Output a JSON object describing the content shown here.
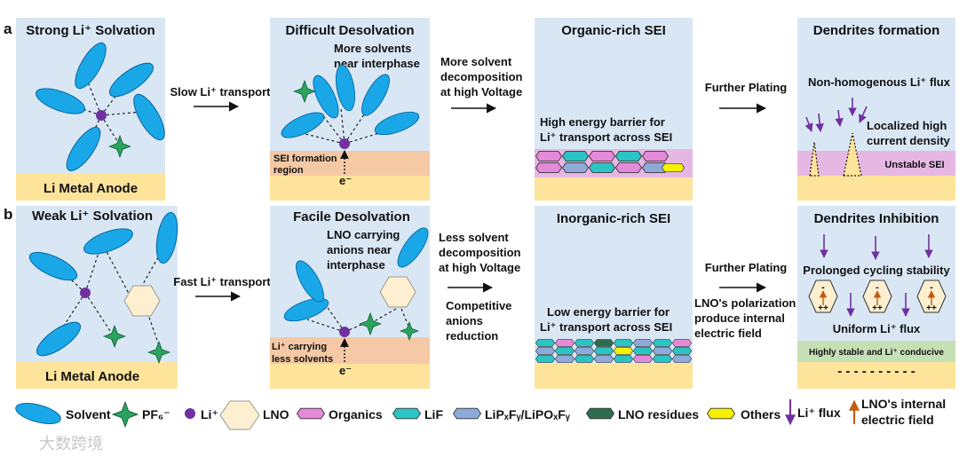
{
  "panel_letters": {
    "a": "a",
    "b": "b"
  },
  "row_a": {
    "box1": {
      "title": "Strong Li⁺ Solvation",
      "anode": "Li Metal Anode"
    },
    "arrow1": "Slow Li⁺ transport",
    "box2": {
      "title": "Difficult Desolvation",
      "note_l1": "More solvents",
      "note_l2": "near interphase",
      "region_l1": "SEI formation",
      "region_l2": "region",
      "electron": "e⁻"
    },
    "arrow2_l1": "More solvent",
    "arrow2_l2": "decomposition",
    "arrow2_l3": "at high Voltage",
    "box3": {
      "title": "Organic-rich SEI",
      "note_l1": "High energy barrier for",
      "note_l2": "Li⁺ transport across SEI"
    },
    "arrow3": "Further Plating",
    "box4": {
      "title": "Dendrites formation",
      "flux": "Non-homogenous Li⁺ flux",
      "note_l1": "Localized high",
      "note_l2": "current density",
      "sei": "Unstable SEI"
    }
  },
  "row_b": {
    "box1": {
      "title": "Weak Li⁺ Solvation",
      "anode": "Li Metal Anode"
    },
    "arrow1": "Fast Li⁺ transport",
    "box2": {
      "title": "Facile Desolvation",
      "note_l1": "LNO carrying",
      "note_l2": "anions near",
      "note_l3": "interphase",
      "region_l1": "Li⁺ carrying",
      "region_l2": "less solvents",
      "electron": "e⁻"
    },
    "arrow2_l1": "Less solvent",
    "arrow2_l2": "decomposition",
    "arrow2_l3": "at high Voltage",
    "arrow2_l4": "Competitive",
    "arrow2_l5": "anions",
    "arrow2_l6": "reduction",
    "box3": {
      "title": "Inorganic-rich SEI",
      "note_l1": "Low energy barrier for",
      "note_l2": "Li⁺ transport across SEI"
    },
    "arrow3": "Further Plating",
    "arrow3_l1": "LNO's polarization",
    "arrow3_l2": "produce internal",
    "arrow3_l3": "electric field",
    "box4": {
      "title": "Dendrites Inhibition",
      "stability": "Prolonged cycling stability",
      "flux": "Uniform Li⁺ flux",
      "layer": "Highly stable and Li⁺ conducive",
      "minus": "-",
      "plus": "++",
      "dashes": "- - - - - - - - - -"
    }
  },
  "legend": {
    "solvent": "Solvent",
    "pf6": "PF₆⁻",
    "li": "Li⁺",
    "lno": "LNO",
    "organics": "Organics",
    "lif": "LiF",
    "lipxfy": "LiPₓFᵧ/LiPOₓFᵧ",
    "lno_residues": "LNO residues",
    "others": "Others",
    "li_flux": "Li⁺ flux",
    "field_l1": "LNO's internal",
    "field_l2": "electric field"
  },
  "watermark": "大数跨境",
  "colors": {
    "panel_bg": "#d9e7f5",
    "anode": "#fde49a",
    "sei_region": "#f5c9a5",
    "organic_sei": "#e7b7e4",
    "solvent": "#1aa7e8",
    "pf6": "#2ca25f",
    "li": "#7030a0",
    "lno": "#fdefcf",
    "organics": "#e58ad9",
    "lif": "#2bc4c4",
    "lipxfy": "#8eaadb",
    "lno_residues": "#2f6b4f",
    "others": "#f5f000",
    "stable_layer": "#c5e0b4",
    "flux_arrow": "#7030a0",
    "field_arrow": "#c55a11"
  }
}
